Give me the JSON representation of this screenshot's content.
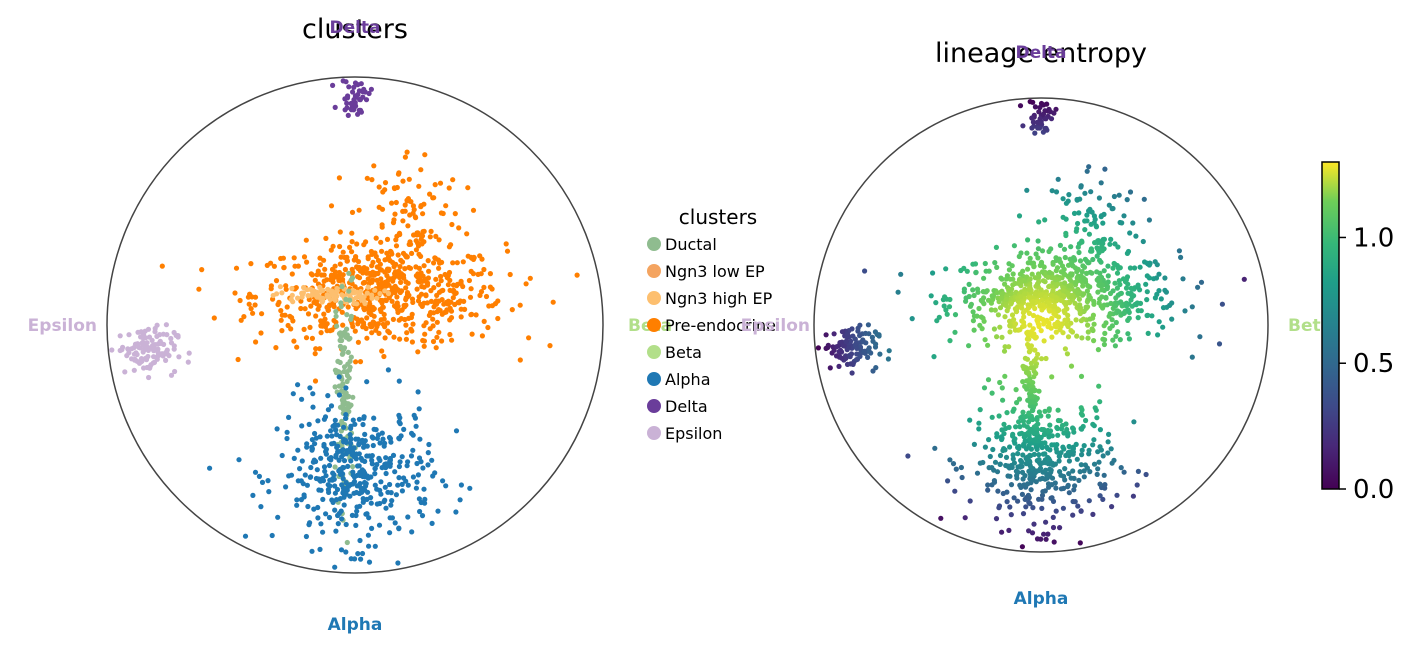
{
  "chart_data": [
    {
      "type": "scatter",
      "title": "clusters",
      "vertex_labels": [
        {
          "name": "Delta",
          "position": "top",
          "color": "#6a3d9a"
        },
        {
          "name": "Beta",
          "position": "right",
          "color": "#b2df8a"
        },
        {
          "name": "Alpha",
          "position": "bottom",
          "color": "#1f78b4"
        },
        {
          "name": "Epsilon",
          "position": "left",
          "color": "#cab2d6"
        }
      ],
      "legend": {
        "title": "clusters",
        "placement": "right",
        "entries": [
          {
            "name": "Ductal",
            "color": "#8fbc8f"
          },
          {
            "name": "Ngn3 low EP",
            "color": "#f4a460"
          },
          {
            "name": "Ngn3 high EP",
            "color": "#fdbf6f"
          },
          {
            "name": "Pre-endocrine",
            "color": "#ff7f00"
          },
          {
            "name": "Beta",
            "color": "#b2df8a"
          },
          {
            "name": "Alpha",
            "color": "#1f78b4"
          },
          {
            "name": "Delta",
            "color": "#6a3d9a"
          },
          {
            "name": "Epsilon",
            "color": "#cab2d6"
          }
        ]
      },
      "cluster_regions": [
        {
          "name": "Pre-endocrine",
          "center": [
            0.1,
            0.12
          ],
          "spread": [
            0.42,
            0.17
          ],
          "count": 620
        },
        {
          "name": "Pre-endocrine",
          "center": [
            0.22,
            0.45
          ],
          "spread": [
            0.18,
            0.22
          ],
          "count": 110
        },
        {
          "name": "Ngn3 high EP",
          "center": [
            -0.12,
            0.12
          ],
          "spread": [
            0.18,
            0.03
          ],
          "count": 90
        },
        {
          "name": "Ductal",
          "center": [
            -0.04,
            -0.28
          ],
          "spread": [
            0.03,
            0.38
          ],
          "count": 140
        },
        {
          "name": "Alpha",
          "center": [
            0.0,
            -0.6
          ],
          "spread": [
            0.26,
            0.24
          ],
          "count": 420
        },
        {
          "name": "Delta",
          "center": [
            0.0,
            0.92
          ],
          "spread": [
            0.05,
            0.06
          ],
          "count": 45
        },
        {
          "name": "Epsilon",
          "center": [
            -0.84,
            -0.1
          ],
          "spread": [
            0.1,
            0.08
          ],
          "count": 110
        }
      ],
      "grid": false
    },
    {
      "type": "scatter",
      "title": "lineage entropy",
      "vertex_labels": [
        {
          "name": "Delta",
          "position": "top",
          "color": "#6a3d9a"
        },
        {
          "name": "Beta",
          "position": "right",
          "color": "#b2df8a"
        },
        {
          "name": "Alpha",
          "position": "bottom",
          "color": "#1f78b4"
        },
        {
          "name": "Epsilon",
          "position": "left",
          "color": "#cab2d6"
        }
      ],
      "colorbar": {
        "colormap": "viridis",
        "range": [
          0.0,
          1.3
        ],
        "ticks": [
          {
            "value": 0.0,
            "label": "0.0"
          },
          {
            "value": 0.5,
            "label": "0.5"
          },
          {
            "value": 1.0,
            "label": "1.0"
          }
        ]
      },
      "value_encoding": "entropy decreases toward vertices; high near center",
      "grid": false
    }
  ]
}
